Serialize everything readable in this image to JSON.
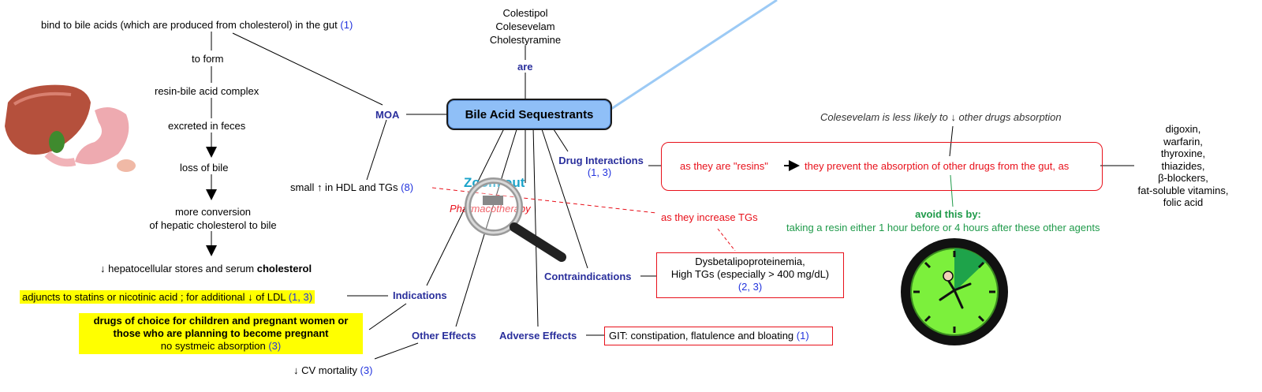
{
  "central": {
    "label": "Bile Acid Sequestrants"
  },
  "drugs": {
    "line1": "Colestipol",
    "line2": "Colesevelam",
    "line3": "Cholestyramine",
    "link": "are"
  },
  "moa": {
    "label": "MOA",
    "bind": "bind to bile acids (which are produced from cholesterol) in the gut",
    "bind_ref": "(1)",
    "to_form": "to form",
    "complex": "resin-bile acid complex",
    "excreted": "excreted in feces",
    "loss": "loss of bile",
    "conversion1": "more conversion",
    "conversion2": "of hepatic cholesterol to bile",
    "result_prefix": "↓ hepatocellular stores and serum ",
    "result_bold": "cholesterol"
  },
  "hdl": {
    "text": "small ↑ in HDL and TGs",
    "ref": "(8)"
  },
  "indications": {
    "label": "Indications",
    "item1": "adjuncts to statins or nicotinic acid ; for additional ↓ of LDL",
    "item1_ref": "(1, 3)",
    "item2_line1": "drugs of choice for children and pregnant women or",
    "item2_line2": "those who are planning to become pregnant",
    "item2_line3": "no systmeic absorption",
    "item2_ref": "(3)"
  },
  "other_effects": {
    "label": "Other Effects",
    "cv": "↓ CV mortality",
    "cv_ref": "(3)"
  },
  "adverse": {
    "label": "Adverse Effects",
    "text": "GIT: constipation, flatulence and bloating",
    "ref": "(1)"
  },
  "contraindications": {
    "label": "Contraindications",
    "line1": "Dysbetalipoproteinemia,",
    "line2": "High TGs (especially > 400 mg/dL)",
    "ref": "(2, 3)",
    "reason": "as they increase TGs"
  },
  "interactions": {
    "label": "Drug Interactions",
    "ref": "(1, 3)",
    "resins": "as they are \"resins\"",
    "prevent": "they prevent the absorption of other drugs from the gut, as",
    "colesevelam": "Colesevelam is less likely to ↓ other drugs absorption",
    "avoid_title": "avoid this by:",
    "avoid_text": "taking a resin either 1 hour before or 4 hours after these other agents",
    "drug_list": [
      "digoxin,",
      "warfarin,",
      "thyroxine,",
      "thiazides,",
      "β-blockers,",
      "fat-soluble vitamins,",
      "folic acid"
    ]
  },
  "watermark": {
    "line1": "Zoom out",
    "line2": "Pharmacotherapy"
  },
  "colors": {
    "central_fill": "#8fbff7",
    "link_blue": "#2a2f9c",
    "red": "#e8111b",
    "green": "#1f9a4a",
    "highlight": "#ffff00",
    "clock_green": "#7cf03c"
  }
}
